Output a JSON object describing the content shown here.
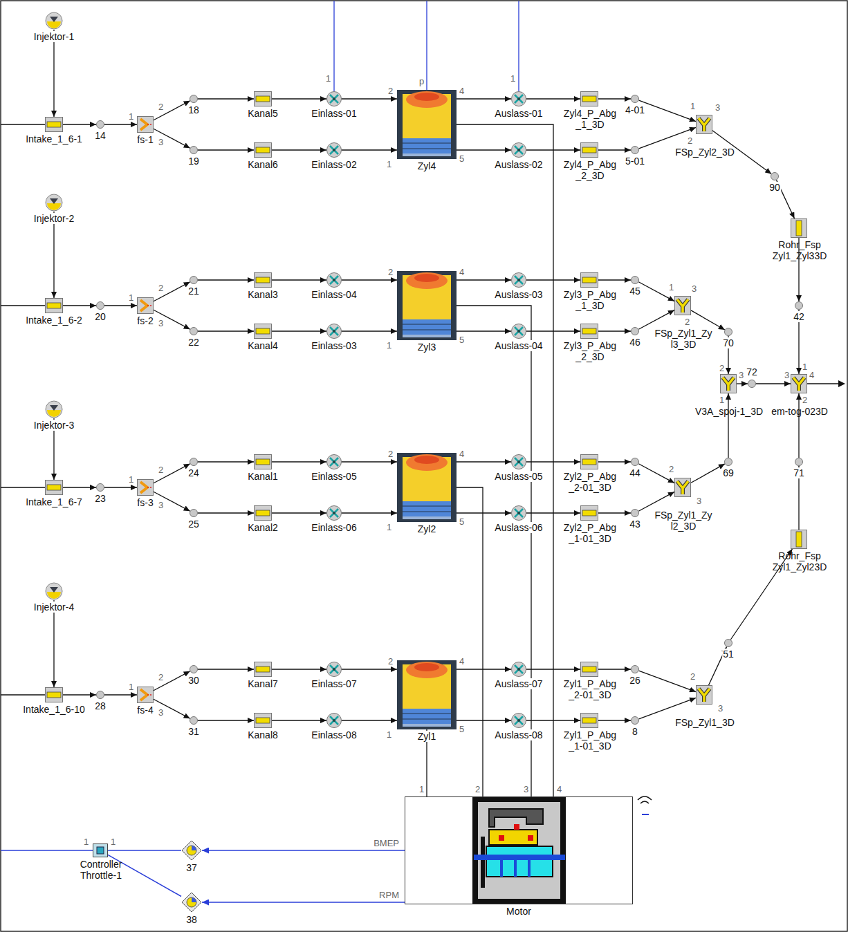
{
  "diagram": {
    "nodes": [
      {
        "text": [
          "Injektor-1"
        ]
      },
      {
        "text": [
          "Intake_1_6-1"
        ]
      },
      {
        "text": [
          "14"
        ]
      },
      {
        "text": [
          "fs-1"
        ]
      },
      {
        "text": [
          "18"
        ]
      },
      {
        "text": [
          "19"
        ]
      },
      {
        "text": [
          "Kanal5"
        ]
      },
      {
        "text": [
          "Kanal6"
        ]
      },
      {
        "text": [
          "Einlass-01"
        ]
      },
      {
        "text": [
          "Einlass-02"
        ]
      },
      {
        "text": [
          "Zyl4"
        ]
      },
      {
        "text": [
          "Auslass-01"
        ]
      },
      {
        "text": [
          "Auslass-02"
        ]
      },
      {
        "text": [
          "Zyl4_P_Abg_1_3D"
        ]
      },
      {
        "text": [
          "Zyl4_P_Abg_2_3D"
        ]
      },
      {
        "text": [
          "4-01"
        ]
      },
      {
        "text": [
          "5-01"
        ]
      },
      {
        "text": [
          "FSp_Zyl2_3D"
        ]
      },
      {
        "text": [
          "90"
        ]
      },
      {
        "text": [
          "Rohr_Fsp Zyl1_Zyl33D"
        ]
      },
      {
        "text": [
          "42"
        ]
      },
      {
        "text": [
          "Injektor-2"
        ]
      },
      {
        "text": [
          "Intake_1_6-2"
        ]
      },
      {
        "text": [
          "20"
        ]
      },
      {
        "text": [
          "fs-2"
        ]
      },
      {
        "text": [
          "21"
        ]
      },
      {
        "text": [
          "22"
        ]
      },
      {
        "text": [
          "Kanal3"
        ]
      },
      {
        "text": [
          "Kanal4"
        ]
      },
      {
        "text": [
          "Einlass-04"
        ]
      },
      {
        "text": [
          "Einlass-03"
        ]
      },
      {
        "text": [
          "Zyl3"
        ]
      },
      {
        "text": [
          "Auslass-03"
        ]
      },
      {
        "text": [
          "Auslass-04"
        ]
      },
      {
        "text": [
          "Zyl3_P_Abg_1_3D"
        ]
      },
      {
        "text": [
          "Zyl3_P_Abg_2_3D"
        ]
      },
      {
        "text": [
          "45"
        ]
      },
      {
        "text": [
          "46"
        ]
      },
      {
        "text": [
          "FSp_Zyl1_Zyl3_3D"
        ]
      },
      {
        "text": [
          "70"
        ]
      },
      {
        "text": [
          "V3A_spoj-1_3D"
        ]
      },
      {
        "text": [
          "72"
        ]
      },
      {
        "text": [
          "em-tog-023D"
        ]
      },
      {
        "text": [
          "Injektor-3"
        ]
      },
      {
        "text": [
          "Intake_1_6-7"
        ]
      },
      {
        "text": [
          "23"
        ]
      },
      {
        "text": [
          "fs-3"
        ]
      },
      {
        "text": [
          "24"
        ]
      },
      {
        "text": [
          "25"
        ]
      },
      {
        "text": [
          "Kanal1"
        ]
      },
      {
        "text": [
          "Kanal2"
        ]
      },
      {
        "text": [
          "Einlass-05"
        ]
      },
      {
        "text": [
          "Einlass-06"
        ]
      },
      {
        "text": [
          "Zyl2"
        ]
      },
      {
        "text": [
          "Auslass-05"
        ]
      },
      {
        "text": [
          "Auslass-06"
        ]
      },
      {
        "text": [
          "Zyl2_P_Abg_2-01_3D"
        ]
      },
      {
        "text": [
          "Zyl2_P_Abg_1-01_3D"
        ]
      },
      {
        "text": [
          "44"
        ]
      },
      {
        "text": [
          "43"
        ]
      },
      {
        "text": [
          "FSp_Zyl1_Zyl2_3D"
        ]
      },
      {
        "text": [
          "69"
        ]
      },
      {
        "text": [
          "71"
        ]
      },
      {
        "text": [
          "Rohr_Fsp Zyl1_Zyl23D"
        ]
      },
      {
        "text": [
          "Injektor-4"
        ]
      },
      {
        "text": [
          "Intake_1_6-10"
        ]
      },
      {
        "text": [
          "28"
        ]
      },
      {
        "text": [
          "fs-4"
        ]
      },
      {
        "text": [
          "30"
        ]
      },
      {
        "text": [
          "31"
        ]
      },
      {
        "text": [
          "Kanal7"
        ]
      },
      {
        "text": [
          "Kanal8"
        ]
      },
      {
        "text": [
          "Einlass-07"
        ]
      },
      {
        "text": [
          "Einlass-08"
        ]
      },
      {
        "text": [
          "Zyl1"
        ]
      },
      {
        "text": [
          "Auslass-07"
        ]
      },
      {
        "text": [
          "Auslass-08"
        ]
      },
      {
        "text": [
          "Zyl1_P_Abg_2-01_3D"
        ]
      },
      {
        "text": [
          "Zyl1_P_Abg_1-01_3D"
        ]
      },
      {
        "text": [
          "26"
        ]
      },
      {
        "text": [
          "8"
        ]
      },
      {
        "text": [
          "FSp_Zyl1_3D"
        ]
      },
      {
        "text": [
          "51"
        ]
      },
      {
        "text": [
          "Motor"
        ]
      },
      {
        "text": [
          "37"
        ]
      },
      {
        "text": [
          "38"
        ]
      },
      {
        "text": [
          "Controller Throttle-1"
        ]
      }
    ],
    "edges": [
      {
        "from": 0,
        "to": 1,
        "arrow": "to"
      },
      {
        "from": 1,
        "to": 2,
        "arrow": "to"
      },
      {
        "from": 2,
        "to": 3,
        "arrow": "to"
      },
      {
        "from": 3,
        "to": 4,
        "arrow": "to"
      },
      {
        "from": 3,
        "to": 5,
        "arrow": "to"
      },
      {
        "from": 4,
        "to": 6,
        "arrow": "to"
      },
      {
        "from": 5,
        "to": 7,
        "arrow": "to"
      },
      {
        "from": 6,
        "to": 8,
        "arrow": "to"
      },
      {
        "from": 7,
        "to": 9,
        "arrow": "to"
      },
      {
        "from": 8,
        "to": 10,
        "arrow": "to"
      },
      {
        "from": 9,
        "to": 10,
        "arrow": "to"
      },
      {
        "from": 10,
        "to": 11,
        "arrow": "to"
      },
      {
        "from": 10,
        "to": 12,
        "arrow": "to"
      },
      {
        "from": 11,
        "to": 13,
        "arrow": "to"
      },
      {
        "from": 12,
        "to": 14,
        "arrow": "to"
      },
      {
        "from": 13,
        "to": 15,
        "arrow": "to"
      },
      {
        "from": 14,
        "to": 16,
        "arrow": "to"
      },
      {
        "from": 15,
        "to": 17,
        "arrow": "to"
      },
      {
        "from": 16,
        "to": 17,
        "arrow": "to"
      },
      {
        "from": 17,
        "to": 18,
        "arrow": "to"
      },
      {
        "from": 18,
        "to": 19,
        "arrow": "to"
      },
      {
        "from": 19,
        "to": 20,
        "arrow": "to"
      },
      {
        "from": 20,
        "to": 42,
        "arrow": "to"
      },
      {
        "from": 21,
        "to": 22,
        "arrow": "to"
      },
      {
        "from": 22,
        "to": 23,
        "arrow": "to"
      },
      {
        "from": 23,
        "to": 24,
        "arrow": "to"
      },
      {
        "from": 24,
        "to": 25,
        "arrow": "to"
      },
      {
        "from": 24,
        "to": 26,
        "arrow": "to"
      },
      {
        "from": 25,
        "to": 27,
        "arrow": "to"
      },
      {
        "from": 26,
        "to": 28,
        "arrow": "to"
      },
      {
        "from": 27,
        "to": 29,
        "arrow": "to"
      },
      {
        "from": 28,
        "to": 30,
        "arrow": "to"
      },
      {
        "from": 29,
        "to": 31,
        "arrow": "to"
      },
      {
        "from": 30,
        "to": 31,
        "arrow": "to"
      },
      {
        "from": 31,
        "to": 32,
        "arrow": "to"
      },
      {
        "from": 31,
        "to": 33,
        "arrow": "to"
      },
      {
        "from": 32,
        "to": 34,
        "arrow": "to"
      },
      {
        "from": 33,
        "to": 35,
        "arrow": "to"
      },
      {
        "from": 34,
        "to": 36,
        "arrow": "to"
      },
      {
        "from": 35,
        "to": 37,
        "arrow": "to"
      },
      {
        "from": 36,
        "to": 38,
        "arrow": "to"
      },
      {
        "from": 37,
        "to": 38,
        "arrow": "to"
      },
      {
        "from": 38,
        "to": 39,
        "arrow": "to"
      },
      {
        "from": 39,
        "to": 40,
        "arrow": "to"
      },
      {
        "from": 40,
        "to": 41,
        "arrow": "to"
      },
      {
        "from": 41,
        "to": 42,
        "arrow": "to"
      },
      {
        "from": 43,
        "to": 44,
        "arrow": "to"
      },
      {
        "from": 44,
        "to": 45,
        "arrow": "to"
      },
      {
        "from": 45,
        "to": 46,
        "arrow": "to"
      },
      {
        "from": 46,
        "to": 47,
        "arrow": "to"
      },
      {
        "from": 46,
        "to": 48,
        "arrow": "to"
      },
      {
        "from": 47,
        "to": 49,
        "arrow": "to"
      },
      {
        "from": 48,
        "to": 50,
        "arrow": "to"
      },
      {
        "from": 49,
        "to": 51,
        "arrow": "to"
      },
      {
        "from": 50,
        "to": 52,
        "arrow": "to"
      },
      {
        "from": 51,
        "to": 53,
        "arrow": "to"
      },
      {
        "from": 52,
        "to": 53,
        "arrow": "to"
      },
      {
        "from": 53,
        "to": 54,
        "arrow": "to"
      },
      {
        "from": 53,
        "to": 55,
        "arrow": "to"
      },
      {
        "from": 54,
        "to": 56,
        "arrow": "to"
      },
      {
        "from": 55,
        "to": 57,
        "arrow": "to"
      },
      {
        "from": 56,
        "to": 58,
        "arrow": "to"
      },
      {
        "from": 57,
        "to": 59,
        "arrow": "to"
      },
      {
        "from": 58,
        "to": 60,
        "arrow": "to"
      },
      {
        "from": 59,
        "to": 60,
        "arrow": "to"
      },
      {
        "from": 60,
        "to": 61,
        "arrow": "to"
      },
      {
        "from": 61,
        "to": 40,
        "arrow": "to"
      },
      {
        "from": 63,
        "to": 62,
        "arrow": "to"
      },
      {
        "from": 62,
        "to": 42,
        "arrow": "to"
      },
      {
        "from": 64,
        "to": 65,
        "arrow": "to"
      },
      {
        "from": 65,
        "to": 66,
        "arrow": "to"
      },
      {
        "from": 66,
        "to": 67,
        "arrow": "to"
      },
      {
        "from": 67,
        "to": 68,
        "arrow": "to"
      },
      {
        "from": 67,
        "to": 69,
        "arrow": "to"
      },
      {
        "from": 68,
        "to": 70,
        "arrow": "to"
      },
      {
        "from": 69,
        "to": 71,
        "arrow": "to"
      },
      {
        "from": 70,
        "to": 72,
        "arrow": "to"
      },
      {
        "from": 71,
        "to": 73,
        "arrow": "to"
      },
      {
        "from": 72,
        "to": 74,
        "arrow": "to"
      },
      {
        "from": 73,
        "to": 74,
        "arrow": "to"
      },
      {
        "from": 74,
        "to": 75,
        "arrow": "to"
      },
      {
        "from": 74,
        "to": 76,
        "arrow": "to"
      },
      {
        "from": 75,
        "to": 77,
        "arrow": "to"
      },
      {
        "from": 76,
        "to": 78,
        "arrow": "to"
      },
      {
        "from": 77,
        "to": 79,
        "arrow": "to"
      },
      {
        "from": 78,
        "to": 80,
        "arrow": "to"
      },
      {
        "from": 79,
        "to": 81,
        "arrow": "to"
      },
      {
        "from": 80,
        "to": 81,
        "arrow": "to"
      },
      {
        "from": 81,
        "to": 82,
        "arrow": "to"
      },
      {
        "from": 82,
        "to": 63,
        "arrow": "to"
      },
      {
        "from": 10,
        "to": 83,
        "arrow": "none"
      },
      {
        "from": 31,
        "to": 83,
        "arrow": "none"
      },
      {
        "from": 53,
        "to": 83,
        "arrow": "none"
      },
      {
        "from": 74,
        "to": 83,
        "arrow": "none"
      },
      {
        "from": 83,
        "to": 84,
        "arrow": "to",
        "label": "BMEP"
      },
      {
        "from": 83,
        "to": 85,
        "arrow": "to",
        "label": "RPM"
      },
      {
        "from": 86,
        "to": 84,
        "arrow": "none"
      },
      {
        "from": 86,
        "to": 85,
        "arrow": "none"
      }
    ],
    "labels": [
      "1",
      "2",
      "3",
      "1",
      "p",
      "1",
      "2",
      "4",
      "1",
      "5",
      "1",
      "2",
      "3",
      "1",
      "2",
      "3",
      "2",
      "4",
      "1",
      "5",
      "1",
      "2",
      "3",
      "2",
      "1",
      "3",
      "3",
      "1",
      "4",
      "2",
      "1",
      "2",
      "3",
      "2",
      "4",
      "1",
      "5",
      "2",
      "3",
      "1",
      "2",
      "3",
      "2",
      "4",
      "1",
      "5",
      "2",
      "3",
      "1",
      "2",
      "3",
      "4",
      "1",
      "1"
    ]
  }
}
